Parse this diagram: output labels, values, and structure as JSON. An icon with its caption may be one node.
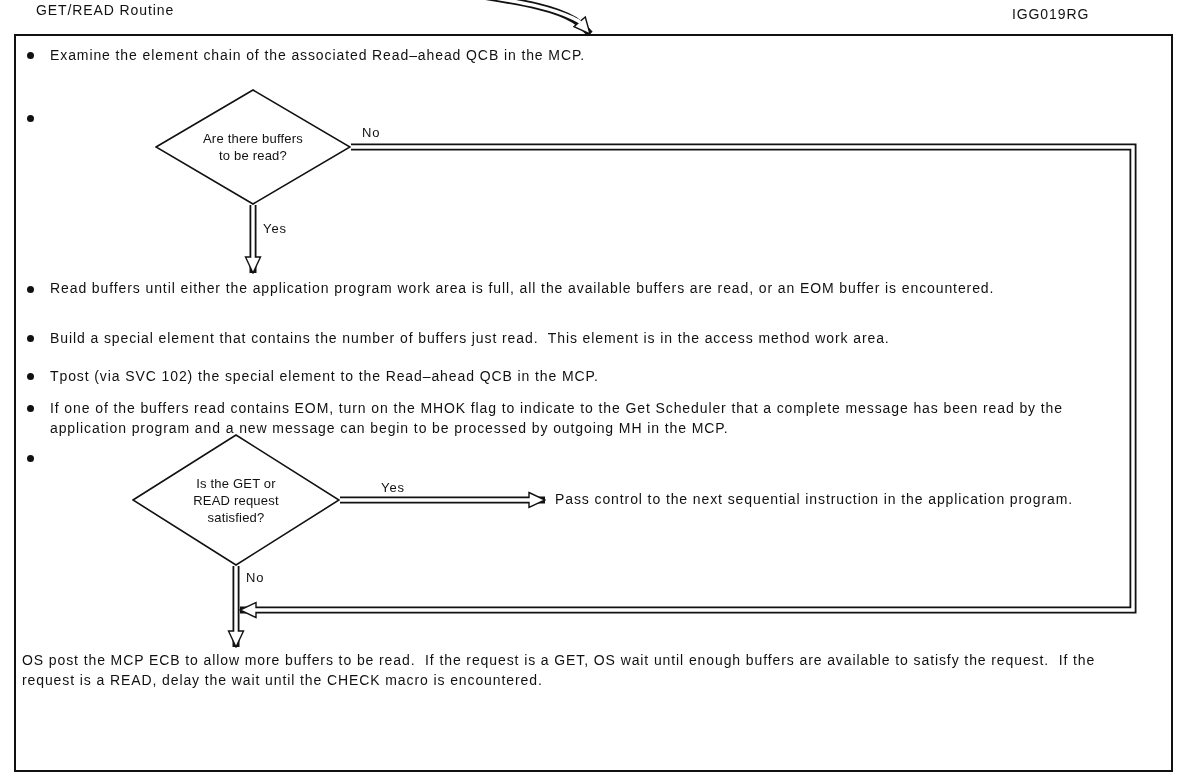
{
  "diagram": {
    "title": "GET/READ Routine",
    "nodes": [
      {
        "text": [],
        "shape": "box"
      },
      {
        "text": [
          "Are there buffers to be read?"
        ],
        "in": 0
      },
      {
        "text": [
          "Read buffers until either the application program work area is full, all the available buffers are read, or an EOM buffer is encountered."
        ],
        "in": 0
      },
      {
        "text": [
          "Is the GET or READ request satisfied?"
        ],
        "in": 0
      },
      {
        "text": [
          "Pass control to the next sequential instruction in the application program."
        ],
        "in": 0
      },
      {
        "text": [
          "OS post the MCP ECB to allow more buffers to be read.  If the request is a GET, OS wait until enough buffers are available to satisfy the request.  If the request is a READ, delay the wait until the CHECK macro is encountered."
        ],
        "in": 0
      }
    ],
    "edges": [
      {
        "from": null,
        "to": 0,
        "arrow": "to"
      },
      {
        "from": 1,
        "to": 2,
        "arrow": "to",
        "label": "Yes"
      },
      {
        "from": 1,
        "to": 5,
        "arrow": "to",
        "label": "No"
      },
      {
        "from": 3,
        "to": 4,
        "arrow": "to",
        "label": "Yes"
      },
      {
        "from": 3,
        "to": 5,
        "arrow": "to",
        "label": "No"
      }
    ],
    "labels": [
      "IGG019RG",
      "Examine the element chain of the associated Read–ahead QCB in the MCP.",
      "Build a special element that contains the number of buffers just read.  This element is in the access method work area.",
      "Tpost (via SVC 102) the special element to the Read–ahead QCB in the MCP.",
      "If one of the buffers read contains EOM, turn on the MHOK flag to indicate to the Get Scheduler that a complete message has been read by the application program and a new message can begin to be processed by outgoing MH in the MCP."
    ]
  }
}
